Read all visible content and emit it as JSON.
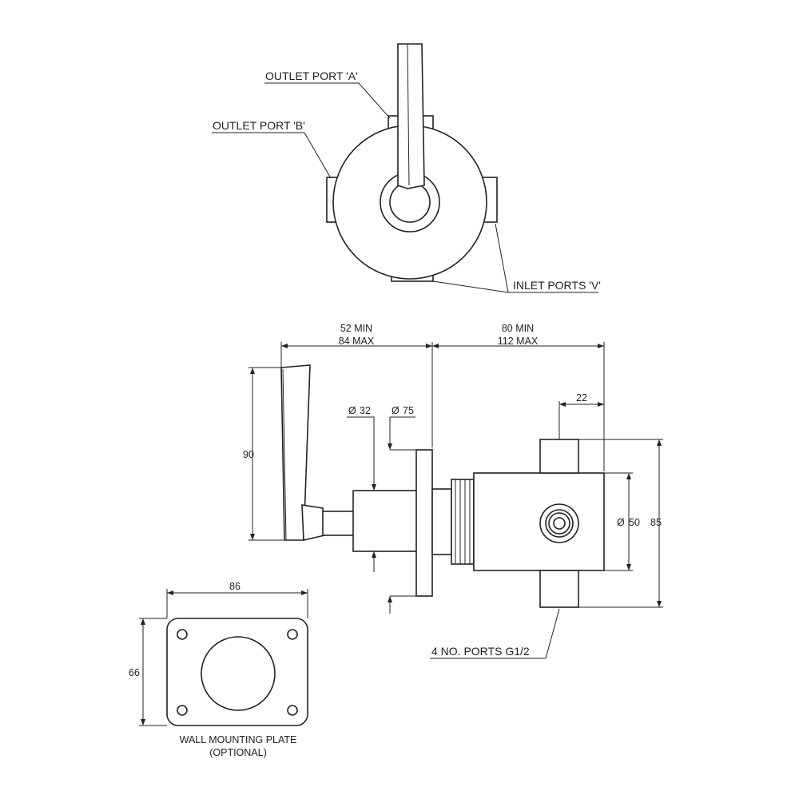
{
  "labels": {
    "outlet_port_a": "OUTLET PORT 'A'",
    "outlet_port_b": "OUTLET PORT 'B'",
    "inlet_ports": "INLET PORTS 'V'",
    "ports_note": "4 NO. PORTS G1/2",
    "plate_title": "WALL MOUNTING PLATE",
    "plate_optional": "(OPTIONAL)"
  },
  "dimensions": {
    "left_span_min": "52 MIN",
    "left_span_max": "84 MAX",
    "right_span_min": "80 MIN",
    "right_span_max": "112 MAX",
    "offset_22": "22",
    "dia_32": "32",
    "dia_75": "75",
    "dia_50": "50",
    "height_85": "85",
    "handle_90": "90",
    "plate_width": "86",
    "plate_height": "66"
  },
  "symbols": {
    "diameter": "Ø"
  }
}
